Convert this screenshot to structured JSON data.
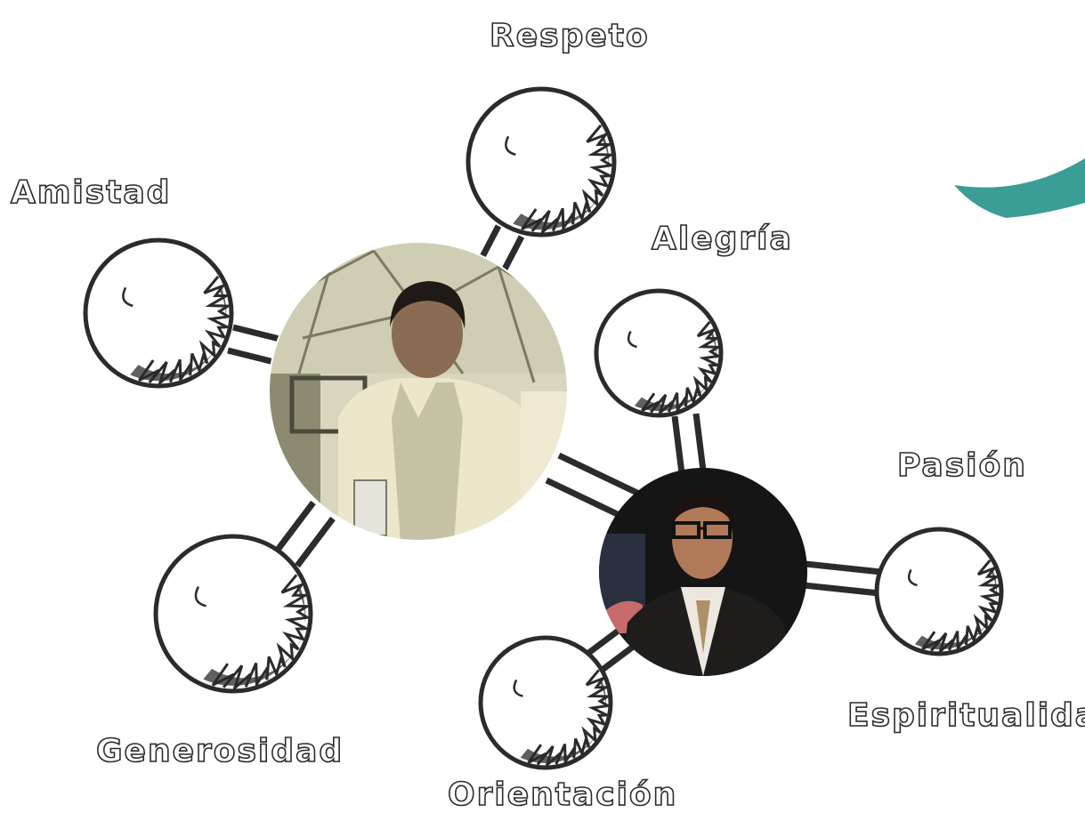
{
  "labels": {
    "respeto": "Respeto",
    "amistad": "Amistad",
    "alegria": "Alegría",
    "pasion": "Pasión",
    "espiritualidad": "Espiritualidad",
    "generosidad": "Generosidad",
    "orientacion": "Orientación"
  },
  "colors": {
    "outline": "#2b2b2b",
    "accent": "#3a9e96",
    "photo1_bg": "#d9d6bf",
    "photo2_bg": "#151515"
  },
  "icons": [
    "sphere-icon",
    "photo-man-jacket",
    "photo-man-glasses"
  ]
}
